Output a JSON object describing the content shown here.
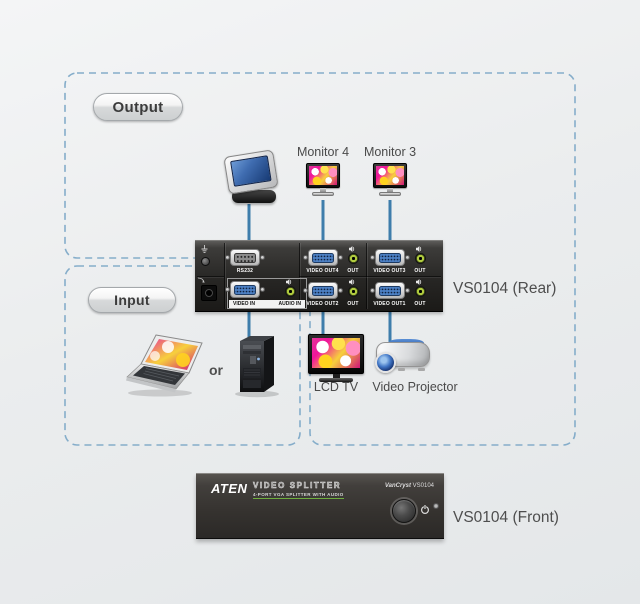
{
  "diagram": {
    "output_label": "Output",
    "input_label": "Input",
    "or_label": "or",
    "rear_caption": "VS0104 (Rear)",
    "front_caption": "VS0104 (Front)",
    "devices": {
      "monitor4": "Monitor 4",
      "monitor3": "Monitor 3",
      "lcd_tv": "LCD TV",
      "projector": "Video Projector"
    }
  },
  "rear_panel": {
    "rs232": "RS232",
    "video_in": "VIDEO IN",
    "audio_in": "AUDIO IN",
    "video_out4": "VIDEO OUT4",
    "video_out3": "VIDEO OUT3",
    "video_out2": "VIDEO OUT2",
    "video_out1": "VIDEO OUT1",
    "out": "OUT"
  },
  "front_panel": {
    "brand": "ATEN",
    "title": "VIDEO SPLITTER",
    "subtitle": "4-PORT VGA SPLITTER WITH AUDIO",
    "series": "VanCryst",
    "model": "VS0104"
  },
  "colors": {
    "dash_border": "#85adca",
    "connector_line": "#3e7dab",
    "vga_blue": "#4c80c4",
    "audio_jack_green": "#b0cb3f",
    "accent_green": "#6fae3f",
    "panel_dark": "#272624",
    "background": "#ebedee"
  }
}
